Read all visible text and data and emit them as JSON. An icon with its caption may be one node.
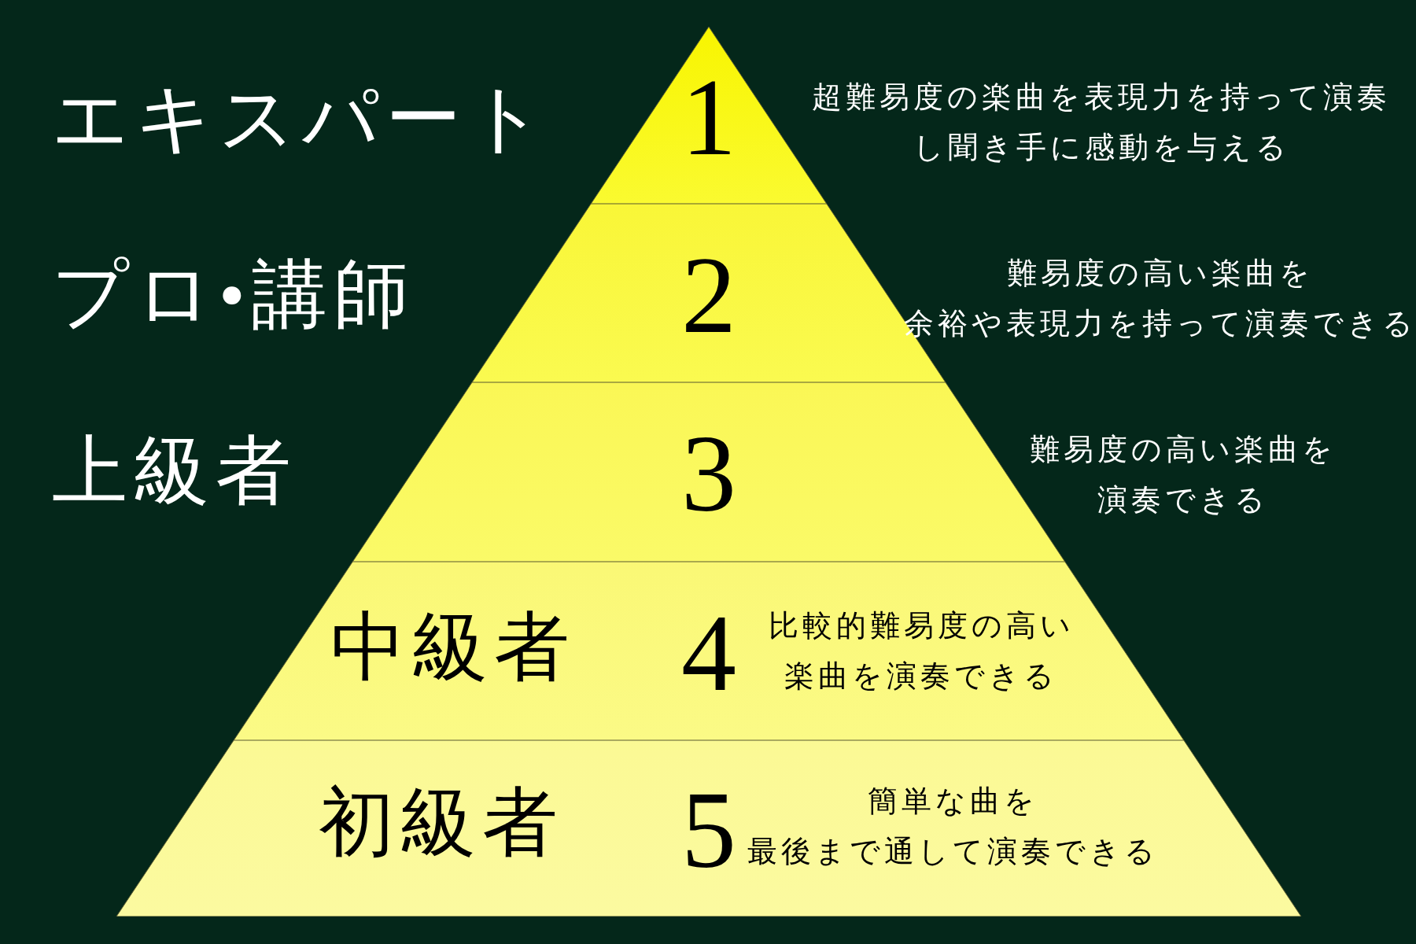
{
  "diagram": {
    "nodes": [
      {
        "text": [
          "エキスパート",
          "1",
          "超難易度の楽曲を表現力を持って演奏し聞き手に感動を与える"
        ]
      },
      {
        "text": [
          "プロ•講師",
          "2",
          "難易度の高い楽曲を余裕や表現力を持って演奏できる"
        ]
      },
      {
        "text": [
          "上級者",
          "3",
          "難易度の高い楽曲を演奏できる"
        ]
      },
      {
        "text": [
          "中級者",
          "4",
          "比較的難易度の高い楽曲を演奏できる"
        ]
      },
      {
        "text": [
          "初級者",
          "5",
          "簡単な曲を最後まで通して演奏できる"
        ]
      }
    ]
  }
}
